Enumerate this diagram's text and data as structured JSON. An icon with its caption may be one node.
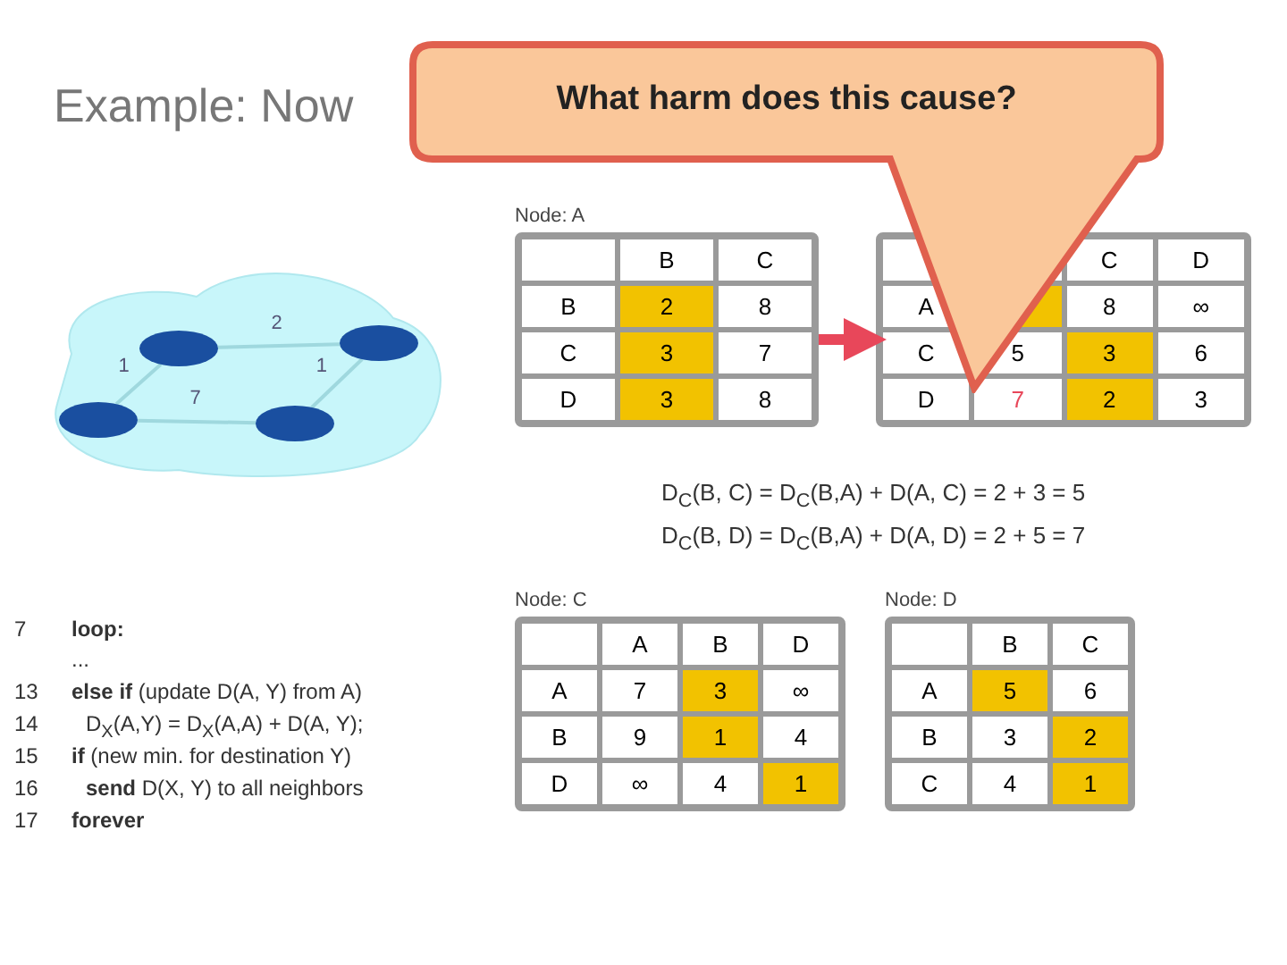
{
  "diagram": {
    "title": "Example: Now",
    "nodes": [
      {
        "text": [
          "What harm does this cause?"
        ]
      },
      {
        "text": [],
        "shape": "cloud"
      },
      {
        "text": [],
        "shape": "ellipse",
        "in": 1
      },
      {
        "text": [],
        "shape": "ellipse",
        "in": 1
      },
      {
        "text": [],
        "shape": "ellipse",
        "in": 1
      },
      {
        "text": [],
        "shape": "ellipse",
        "in": 1
      },
      {
        "text": [
          "Node: A",
          "B",
          "C",
          "B",
          "2",
          "8",
          "C",
          "3",
          "7",
          "D",
          "3",
          "8"
        ]
      },
      {
        "text": [
          "C",
          "D",
          "A",
          "8",
          "∞",
          "C",
          "5",
          "3",
          "6",
          "D",
          "7",
          "2",
          "3"
        ]
      },
      {
        "text": [
          "Node: C",
          "A",
          "B",
          "D",
          "A",
          "7",
          "3",
          "∞",
          "B",
          "9",
          "1",
          "4",
          "D",
          "∞",
          "4",
          "1"
        ]
      },
      {
        "text": [
          "Node: D",
          "B",
          "C",
          "A",
          "5",
          "6",
          "B",
          "3",
          "2",
          "C",
          "4",
          "1"
        ]
      }
    ],
    "edges": [
      {
        "from": 2,
        "to": 3,
        "arrow": "none",
        "label": "2"
      },
      {
        "from": 4,
        "to": 2,
        "arrow": "none",
        "label": "1"
      },
      {
        "from": 5,
        "to": 3,
        "arrow": "none",
        "label": "1"
      },
      {
        "from": 4,
        "to": 5,
        "arrow": "none",
        "label": "7"
      },
      {
        "from": 6,
        "to": 7,
        "arrow": "to",
        "style": "thick",
        "color": "#e8475a"
      }
    ],
    "labels": [
      "D$_{C}$(B, C) = D$_{C}$(B,A) + D(A, C) = 2 + 3 = 5",
      "D$_{C}$(B, D) = D$_{C}$(B,A) + D(A, D) = 2 + 5 = 7",
      "7",
      "**loop:**",
      "...",
      "13",
      "**else if** (update D(A, Y) from A)",
      "14",
      "D$_{X}$(A,Y) = D$_{X}$(A,A) + D(A, Y);",
      "15",
      "**if** (new min. for destination Y)",
      "16",
      "**send** D(X, Y) to all neighbors",
      "17",
      "**forever**"
    ]
  }
}
